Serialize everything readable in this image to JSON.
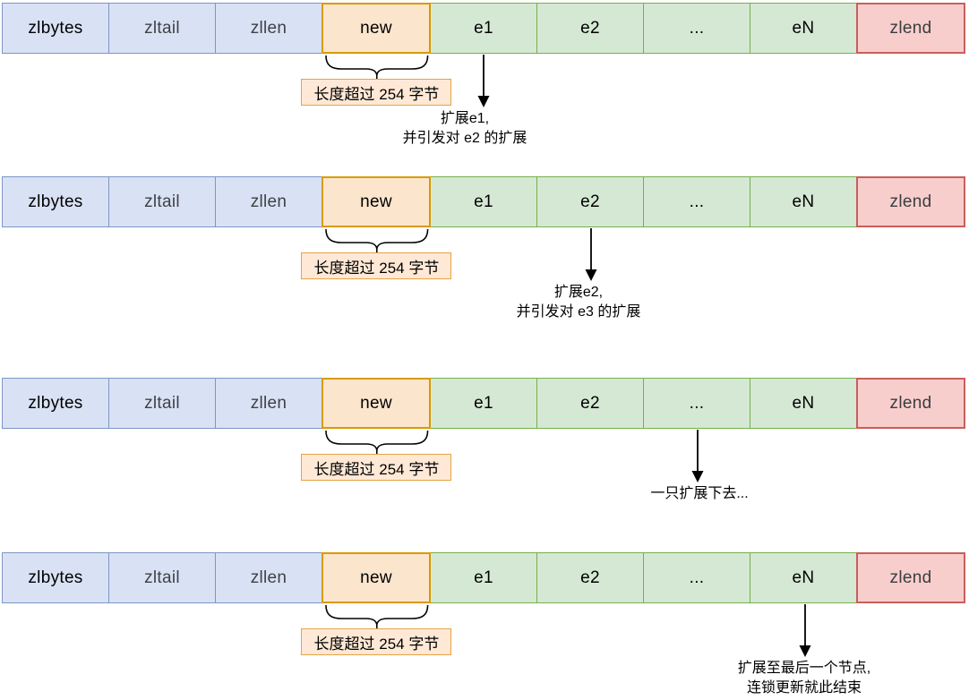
{
  "diagram": {
    "title": "ziplist cascading update diagram",
    "cells": [
      {
        "label": "zlbytes",
        "type": "blue",
        "text_color": "#000000"
      },
      {
        "label": "zltail",
        "type": "blue",
        "text_color": "#3f4245"
      },
      {
        "label": "zllen",
        "type": "blue",
        "text_color": "#3f4245"
      },
      {
        "label": "new",
        "type": "orange",
        "text_color": "#000000"
      },
      {
        "label": "e1",
        "type": "green",
        "text_color": "#000000"
      },
      {
        "label": "e2",
        "type": "green",
        "text_color": "#000000"
      },
      {
        "label": "...",
        "type": "green",
        "text_color": "#000000"
      },
      {
        "label": "eN",
        "type": "green",
        "text_color": "#000000"
      },
      {
        "label": "zlend",
        "type": "red",
        "text_color": "#3a3d40"
      }
    ],
    "brace_label": "长度超过 254 字节",
    "rows": [
      {
        "arrow_under": "e1",
        "annotation": [
          "扩展e1,",
          "并引发对 e2 的扩展"
        ]
      },
      {
        "arrow_under": "e2",
        "annotation": [
          "扩展e2,",
          "并引发对 e3 的扩展"
        ]
      },
      {
        "arrow_under": "...",
        "annotation": [
          "一只扩展下去..."
        ]
      },
      {
        "arrow_under": "eN",
        "annotation": [
          "扩展至最后一个节点,",
          "连锁更新就此结束"
        ]
      }
    ],
    "colors": {
      "blue_fill": "#d9e2f5",
      "blue_stroke": "#7d96c5",
      "green_fill": "#d5e8d4",
      "green_stroke": "#74b14c",
      "orange_fill": "#fce5cd",
      "orange_stroke": "#d79b00",
      "red_fill": "#f8cecc",
      "red_stroke": "#c75f5b",
      "label_fill": "#ffe9d6",
      "label_stroke": "#e3a343",
      "ink": "#000000"
    }
  }
}
